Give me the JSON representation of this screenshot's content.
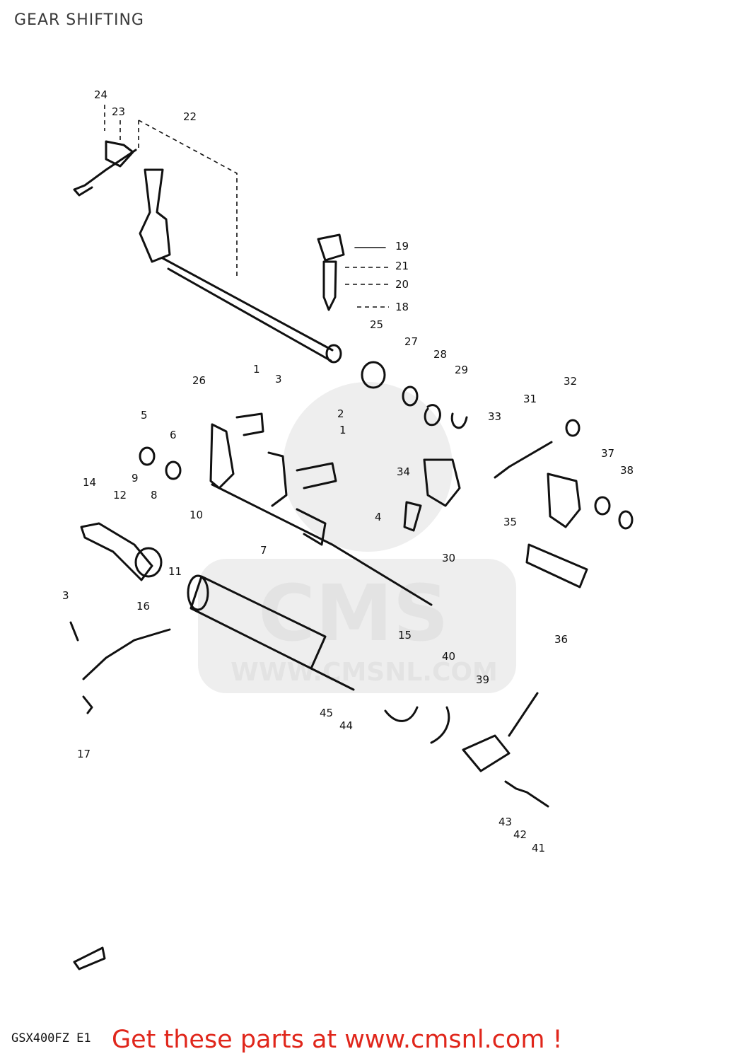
{
  "header": {
    "title": "GEAR SHIFTING"
  },
  "callouts": [
    {
      "n": "24"
    },
    {
      "n": "23"
    },
    {
      "n": "22"
    },
    {
      "n": "19"
    },
    {
      "n": "21"
    },
    {
      "n": "20"
    },
    {
      "n": "18"
    },
    {
      "n": "25"
    },
    {
      "n": "27"
    },
    {
      "n": "28"
    },
    {
      "n": "29"
    },
    {
      "n": "26"
    },
    {
      "n": "1"
    },
    {
      "n": "3"
    },
    {
      "n": "2"
    },
    {
      "n": "1"
    },
    {
      "n": "32"
    },
    {
      "n": "31"
    },
    {
      "n": "33"
    },
    {
      "n": "5"
    },
    {
      "n": "6"
    },
    {
      "n": "37"
    },
    {
      "n": "38"
    },
    {
      "n": "34"
    },
    {
      "n": "14"
    },
    {
      "n": "9"
    },
    {
      "n": "12"
    },
    {
      "n": "8"
    },
    {
      "n": "10"
    },
    {
      "n": "4"
    },
    {
      "n": "35"
    },
    {
      "n": "7"
    },
    {
      "n": "30"
    },
    {
      "n": "11"
    },
    {
      "n": "3"
    },
    {
      "n": "16"
    },
    {
      "n": "15"
    },
    {
      "n": "36"
    },
    {
      "n": "40"
    },
    {
      "n": "39"
    },
    {
      "n": "45"
    },
    {
      "n": "44"
    },
    {
      "n": "17"
    },
    {
      "n": "43"
    },
    {
      "n": "42"
    },
    {
      "n": "41"
    }
  ],
  "watermark": {
    "text": "WWW.CMSNL.COM",
    "logo_text": "CMS"
  },
  "footer": {
    "model_code": "GSX400FZ E1",
    "promo_text": "Get these parts at www.cmsnl.com !"
  },
  "colors": {
    "promo": "#e0261b",
    "ink": "#111111",
    "title": "#3a3a3a"
  }
}
